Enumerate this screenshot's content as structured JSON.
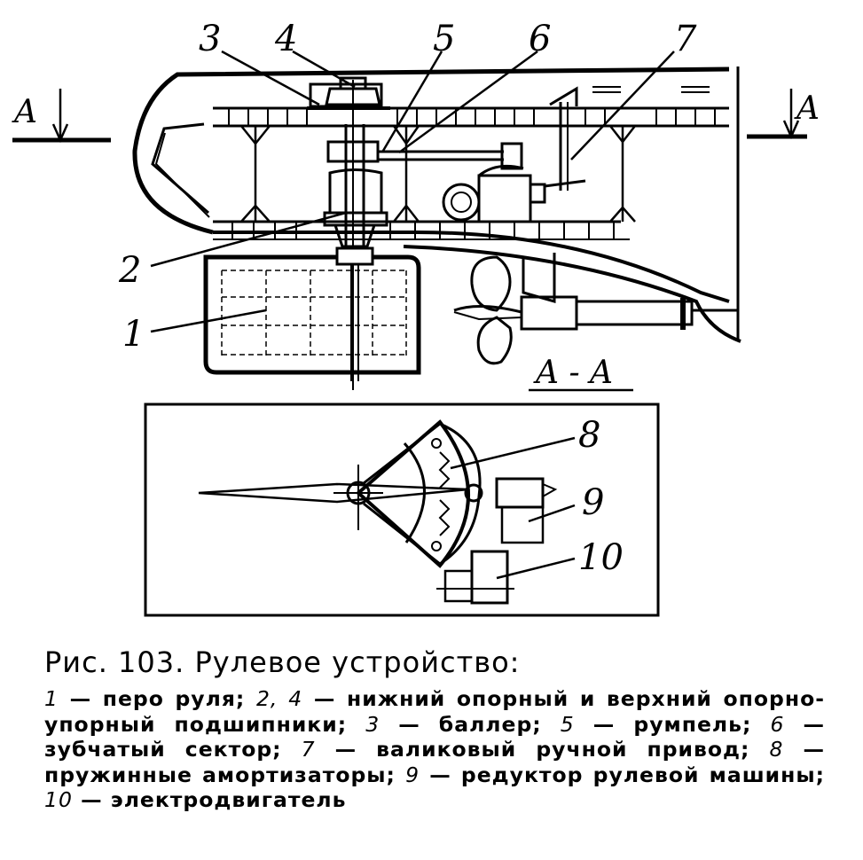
{
  "figure": {
    "labels": {
      "l1": "1",
      "l2": "2",
      "l3": "3",
      "l4": "4",
      "l5": "5",
      "l6": "6",
      "l7": "7",
      "l8": "8",
      "l9": "9",
      "l10": "10"
    },
    "section_marks": {
      "left": "A",
      "right": "A",
      "view_title": "A - A"
    }
  },
  "caption": {
    "title": "Рис. 103. Рулевое устройство:",
    "items": [
      {
        "num": "1",
        "text": " — перо руля; "
      },
      {
        "num": "2, 4",
        "text": " — нижний опорный и верхний опорно-упорный подшипники; "
      },
      {
        "num": "3",
        "text": " — баллер; "
      },
      {
        "num": "5",
        "text": " — румпель; "
      },
      {
        "num": "6",
        "text": " — зубчатый сектор; "
      },
      {
        "num": "7",
        "text": " — валиковый ручной привод; "
      },
      {
        "num": "8",
        "text": " — пружинные амортизаторы; "
      },
      {
        "num": "9",
        "text": " — редуктор рулевой машины; "
      },
      {
        "num": "10",
        "text": " — электродвигатель"
      }
    ]
  }
}
